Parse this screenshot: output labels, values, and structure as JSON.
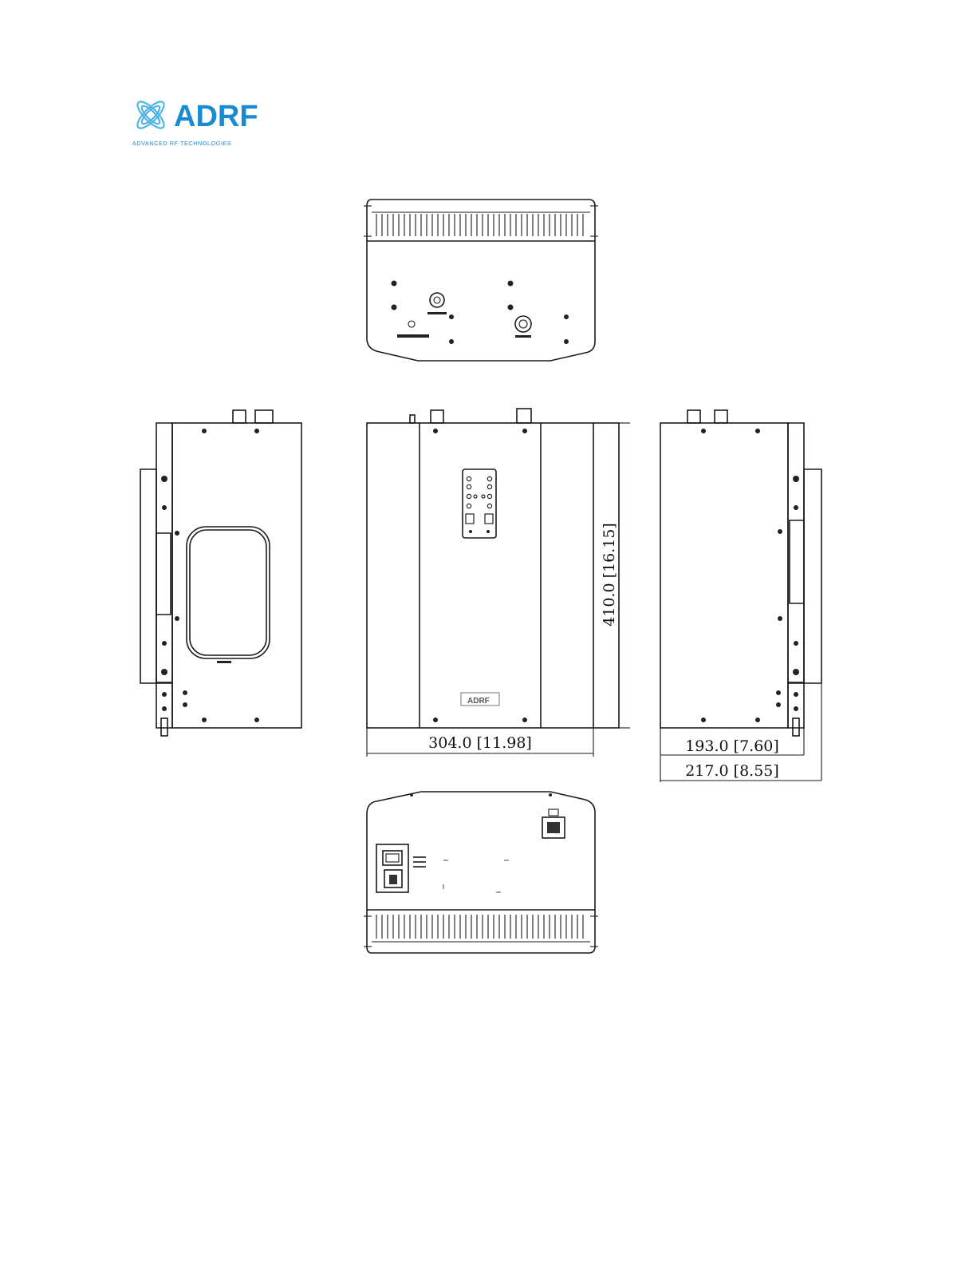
{
  "logo": {
    "wordmark": "ADRF",
    "tagline": "ADVANCED RF TECHNOLOGIES",
    "colors": {
      "brand_blue": "#1a8bd0",
      "light_blue": "#4fb5e6"
    }
  },
  "drawing": {
    "dimensions": {
      "front_height": "410.0 [16.15]",
      "front_width": "304.0 [11.98]",
      "side_depth": "193.0 [7.60]",
      "side_depth_overall": "217.0 [8.55]"
    },
    "views": [
      "top-view",
      "left-side-view",
      "front-view",
      "right-side-view",
      "bottom-view"
    ]
  }
}
